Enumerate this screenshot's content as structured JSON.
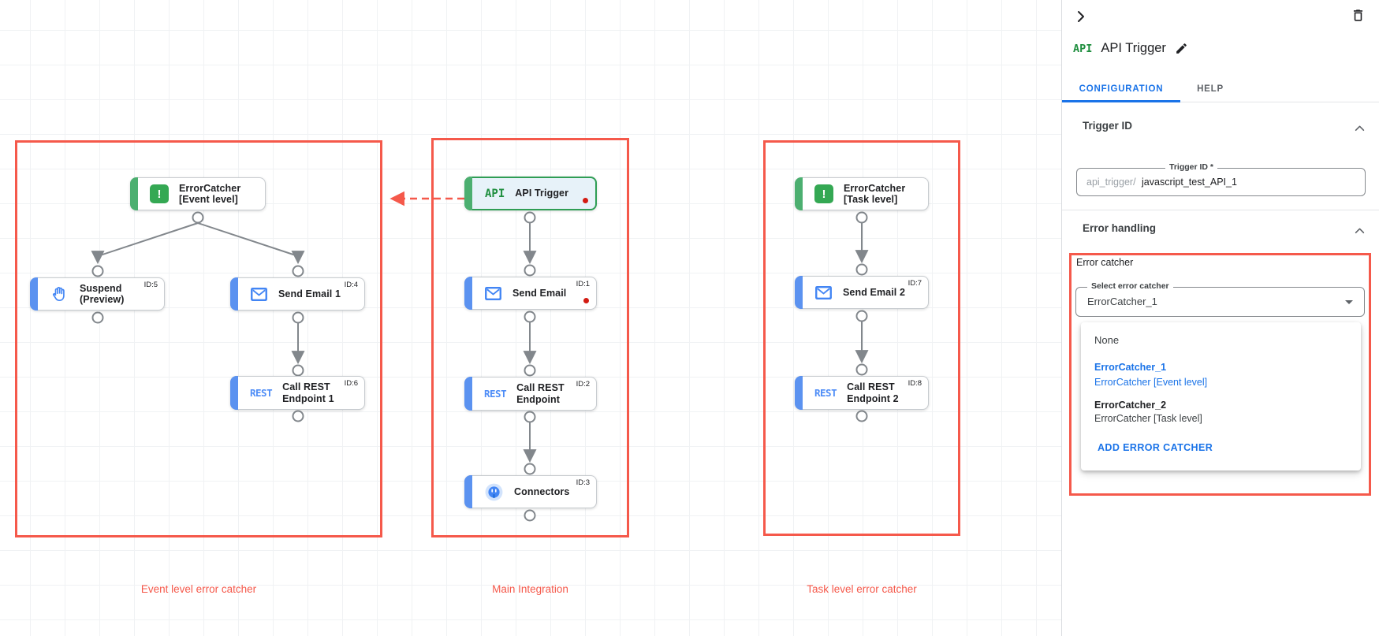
{
  "panel": {
    "badge": "API",
    "title": "API Trigger",
    "tabs": {
      "configuration": "CONFIGURATION",
      "help": "HELP"
    },
    "trigger_id": {
      "section_title": "Trigger ID",
      "field_label": "Trigger ID *",
      "prefix": "api_trigger/",
      "value": "javascript_test_API_1"
    },
    "error_handling": {
      "section_title": "Error handling",
      "group_label": "Error catcher",
      "select_label": "Select error catcher",
      "select_value": "ErrorCatcher_1",
      "options": [
        {
          "label": "None",
          "sublabel": ""
        },
        {
          "label": "ErrorCatcher_1",
          "sublabel": "ErrorCatcher [Event level]"
        },
        {
          "label": "ErrorCatcher_2",
          "sublabel": "ErrorCatcher [Task level]"
        }
      ],
      "add_button": "ADD ERROR CATCHER"
    }
  },
  "canvas": {
    "groups": [
      {
        "label": "Event level error catcher"
      },
      {
        "label": "Main Integration"
      },
      {
        "label": "Task level error catcher"
      }
    ],
    "icon_texts": {
      "api": "API",
      "rest": "REST"
    },
    "nodes": {
      "error_catcher_event": {
        "label": "ErrorCatcher\n[Event level]",
        "id": ""
      },
      "suspend": {
        "label": "Suspend\n(Preview)",
        "id": "ID:5"
      },
      "send_email_1": {
        "label": "Send Email 1",
        "id": "ID:4"
      },
      "call_rest_1": {
        "label": "Call REST\nEndpoint 1",
        "id": "ID:6"
      },
      "api_trigger": {
        "label": "API Trigger",
        "id": ""
      },
      "send_email": {
        "label": "Send Email",
        "id": "ID:1"
      },
      "call_rest": {
        "label": "Call REST\nEndpoint",
        "id": "ID:2"
      },
      "connectors": {
        "label": "Connectors",
        "id": "ID:3"
      },
      "error_catcher_task": {
        "label": "ErrorCatcher\n[Task level]",
        "id": ""
      },
      "send_email_2": {
        "label": "Send Email 2",
        "id": "ID:7"
      },
      "call_rest_2": {
        "label": "Call REST\nEndpoint 2",
        "id": "ID:8"
      }
    }
  },
  "colors": {
    "highlight_red": "#f5594b",
    "green": "#34a853",
    "blue": "#4285f4",
    "bar_blue": "#5b92f0",
    "edge_gray": "#82878c",
    "link_blue": "#1a73e8",
    "error_dot": "#d31b12"
  }
}
